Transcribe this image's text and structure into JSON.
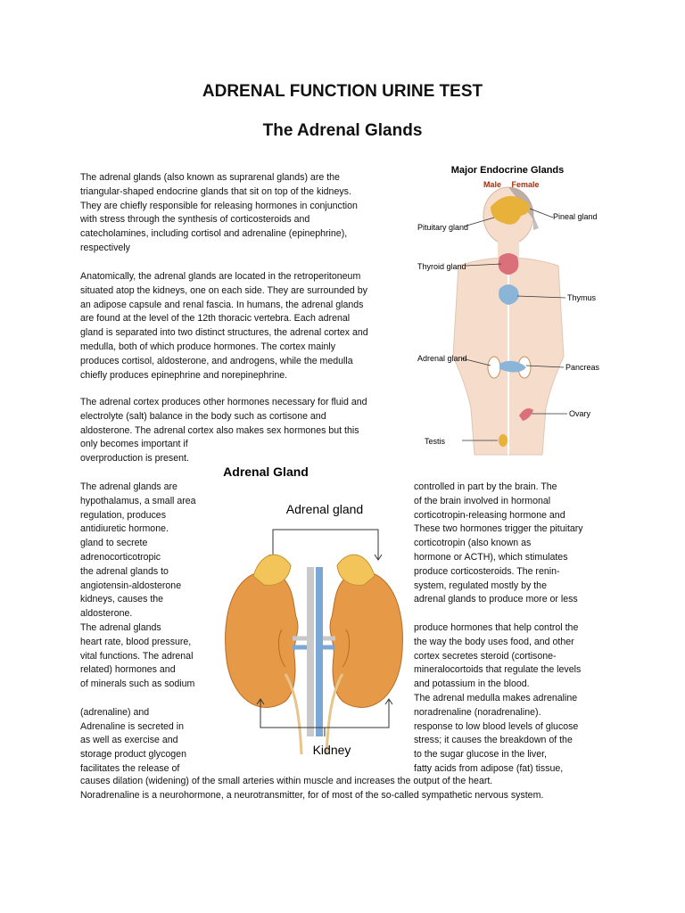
{
  "document": {
    "title": "ADRENAL FUNCTION URINE TEST",
    "subtitle": "The Adrenal Glands",
    "paragraph1_lines": [
      "The adrenal glands (also known as suprarenal glands) are the",
      "triangular-shaped endocrine glands that sit on top of the kidneys.",
      "They are chiefly responsible for releasing hormones in conjunction",
      "with stress through the synthesis of corticosteroids and",
      "catecholamines, including cortisol and adrenaline (epinephrine),",
      "respectively"
    ],
    "paragraph2_lines": [
      "Anatomically, the adrenal glands are located in the retroperitoneum",
      "situated atop the kidneys, one on each side. They are surrounded by",
      "an adipose capsule and renal fascia. In humans, the adrenal glands",
      "are found at the level of the 12th thoracic vertebra. Each adrenal",
      "gland is separated into two distinct structures, the adrenal cortex and",
      "medulla, both of which produce hormones. The cortex mainly",
      "produces cortisol, aldosterone, and androgens, while the medulla",
      "chiefly produces epinephrine and norepinephrine."
    ],
    "paragraph3_lines": [
      "The adrenal cortex produces other hormones necessary for fluid and",
      "electrolyte (salt) balance in the body such as cortisone and",
      "aldosterone. The adrenal cortex also makes sex hormones but this",
      "only becomes important if",
      "overproduction is present."
    ],
    "left_column_lines": [
      "The adrenal glands are",
      "hypothalamus, a small area",
      "regulation, produces",
      "antidiuretic hormone.",
      "gland to secrete",
      "adrenocorticotropic",
      "the adrenal glands to",
      "angiotensin-aldosterone",
      "kidneys, causes the",
      "aldosterone.",
      "The adrenal glands",
      "heart rate, blood pressure,",
      "vital functions. The adrenal",
      "related) hormones and",
      "of minerals such as sodium",
      "",
      "(adrenaline) and",
      "Adrenaline is secreted in",
      "as well as exercise and",
      "storage product glycogen",
      "facilitates the release of"
    ],
    "right_column_lines": [
      "controlled in part by the brain. The",
      "of the brain involved in hormonal",
      "corticotropin-releasing hormone and",
      "These two hormones trigger the pituitary",
      "corticotropin (also known as",
      "hormone or ACTH), which stimulates",
      "produce corticosteroids. The renin-",
      "system, regulated mostly by the",
      "adrenal glands to produce more or less",
      "",
      "produce hormones that help control the",
      "the way the body uses food, and other",
      "cortex secretes steroid (cortisone-",
      "mineralocortoids that regulate the levels",
      "and potassium in the blood.",
      "The adrenal medulla makes adrenaline",
      "noradrenaline (noradrenaline).",
      "response to low blood levels of glucose",
      "stress; it causes the breakdown of the",
      "to the sugar glucose in the liver,",
      "fatty acids from adipose (fat) tissue,"
    ],
    "closing_lines": [
      "causes dilation (widening) of the small arteries within muscle and increases the output of the heart.",
      "Noradrenaline is a neurohormone, a neurotransmitter, for of most of the so-called sympathetic nervous system."
    ]
  },
  "endocrine_figure": {
    "title": "Major Endocrine Glands",
    "sex_labels": [
      "Male",
      "Female"
    ],
    "labels": {
      "pituitary": "Pituitary gland",
      "pineal": "Pineal gland",
      "thyroid": "Thyroid gland",
      "thymus": "Thymus",
      "adrenal": "Adrenal gland",
      "pancreas": "Pancreas",
      "ovary": "Ovary",
      "testis": "Testis"
    },
    "colors": {
      "skin": "#f5dccb",
      "gland": "#e8b23a",
      "thyroid": "#d9707a",
      "thymus": "#8ab4d8",
      "title": "#222222",
      "sex_label": "#a03010"
    }
  },
  "adrenal_figure": {
    "title": "Adrenal Gland",
    "top_label": "Adrenal gland",
    "bottom_label": "Kidney",
    "colors": {
      "kidney": "#e69a48",
      "adrenal": "#f2c45a",
      "artery": "#c9c9c9",
      "vein": "#7aa7d6"
    }
  }
}
